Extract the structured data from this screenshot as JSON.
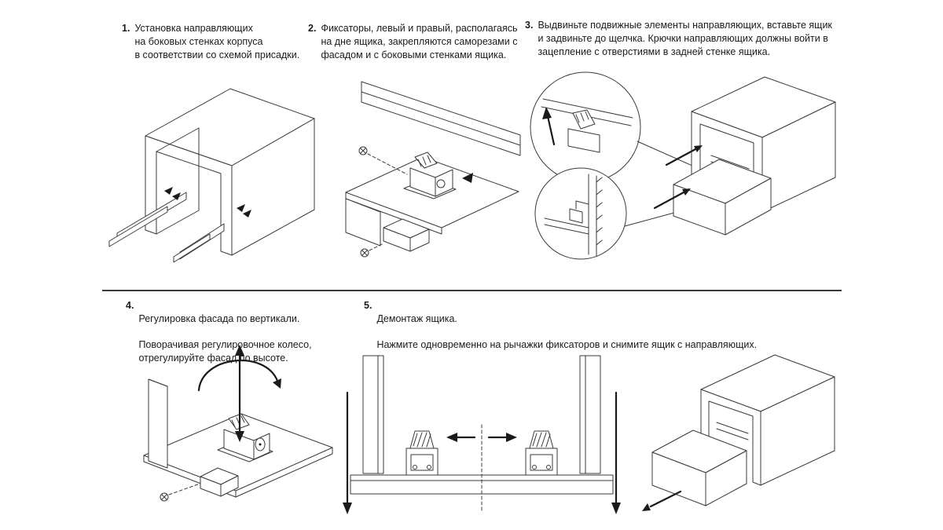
{
  "sheet": {
    "background": "#ffffff",
    "ink_color": "#3a3a3a",
    "text_color": "#1a1a1a"
  },
  "steps": [
    {
      "number": "1.",
      "text": "Установка направляющих\nна боковых стенках корпуса\nв соответствии со схемой присадки."
    },
    {
      "number": "2.",
      "text": "Фиксаторы, левый и правый, располагаясь\nна дне ящика, закрепляются саморезами с\nфасадом и с боковыми стенками ящика."
    },
    {
      "number": "3.",
      "text": "Выдвиньте подвижные элементы направляющих, вставьте ящик\nи задвиньте до щелчка. Крючки направляющих должны войти в\nзацепление с отверстиями в задней стенке ящика."
    },
    {
      "number": "4.",
      "title": "Регулировка фасада по вертикали.",
      "text": "Поворачивая регулировочное колесо,\nотрегулируйте фасад по высоте."
    },
    {
      "number": "5.",
      "title": "Демонтаж ящика.",
      "text": "Нажмите одновременно на рычажки фиксаторов и снимите ящик с направляющих."
    }
  ]
}
